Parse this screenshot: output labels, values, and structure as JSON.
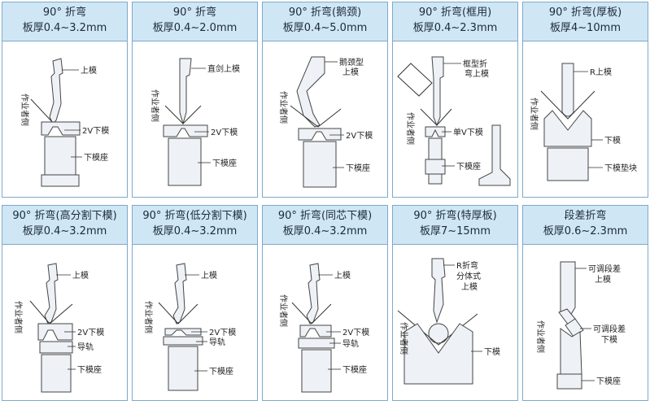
{
  "panels": [
    {
      "title": "90° 折弯",
      "thickness": "板厚0.4~3.2mm",
      "labels": [
        "上模",
        "2V下模",
        "下模座"
      ],
      "side": "作业者侧"
    },
    {
      "title": "90° 折弯",
      "thickness": "板厚0.4~2.0mm",
      "labels": [
        "直剑上模",
        "2V下模",
        "下模座"
      ],
      "side": "作业者侧"
    },
    {
      "title": "90° 折弯(鹅颈)",
      "thickness": "板厚0.4~5.0mm",
      "labels": [
        "鹅颈型",
        "上模",
        "2V下模",
        "下模座"
      ],
      "side": "作业者侧"
    },
    {
      "title": "90° 折弯(框用)",
      "thickness": "板厚0.4~2.3mm",
      "labels": [
        "框型折",
        "弯上模",
        "单V下模",
        "下模座"
      ],
      "side": "作业者侧"
    },
    {
      "title": "90° 折弯(厚板)",
      "thickness": "板厚4~10mm",
      "labels": [
        "R上模",
        "下模",
        "下模垫块"
      ],
      "side": "作业者侧"
    },
    {
      "title": "90° 折弯(高分割下模)",
      "thickness": "板厚0.4~3.2mm",
      "labels": [
        "上模",
        "2V下模",
        "导轨",
        "下模座"
      ],
      "side": "作业者侧"
    },
    {
      "title": "90° 折弯(低分割下模)",
      "thickness": "板厚0.4~3.2mm",
      "labels": [
        "上模",
        "2V下模",
        "导轨",
        "下模座"
      ],
      "side": "作业者侧"
    },
    {
      "title": "90° 折弯(同芯下模)",
      "thickness": "板厚0.4~3.2mm",
      "labels": [
        "上模",
        "2V下模",
        "导轨",
        "下模座"
      ],
      "side": "作业者侧"
    },
    {
      "title": "90° 折弯(特厚板)",
      "thickness": "板厚7~15mm",
      "labels": [
        "R折弯",
        "分体式",
        "上模",
        "下模"
      ],
      "side": "作业者侧"
    },
    {
      "title": "段差折弯",
      "thickness": "板厚0.6~2.3mm",
      "labels": [
        "可调段差",
        "上模",
        "可调段差",
        "下模",
        "下模座"
      ],
      "side": "作业者侧"
    }
  ]
}
